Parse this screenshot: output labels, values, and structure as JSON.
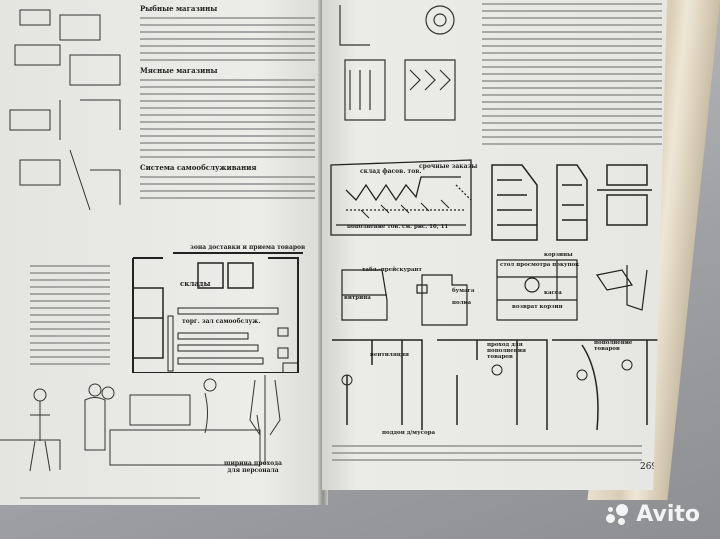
{
  "left_page": {
    "headings": [
      "Рыбные магазины",
      "Мясные магазины",
      "Система самообслуживания"
    ],
    "plan_labels": {
      "zone": "зона доставки и приема товаров",
      "storage": "склады",
      "sales_floor": "торг. зал самообслуж."
    },
    "aisle_label": "ширина прохода для персонала"
  },
  "right_page": {
    "diagram_labels": {
      "packed_storage": "склад фасов. тов.",
      "urgent_orders": "срочные заказы",
      "restock": "пополнение тов. см. рис. 10, 11",
      "price_board": "табл.-прейскурант",
      "showcase": "витрина",
      "paper": "бумага",
      "shelf": "полка",
      "inspection_table": "стол просмотра покупок",
      "baskets": "корзины",
      "cashier": "касса",
      "basket_return": "возврат корзин",
      "ventilation": "вентиляция",
      "restock_aisle": "проход для пополнения товаров",
      "restock_goods": "пополнение товаров",
      "trash_tray": "поддон д/мусора"
    },
    "page_number": "269"
  },
  "watermark": "Avito"
}
